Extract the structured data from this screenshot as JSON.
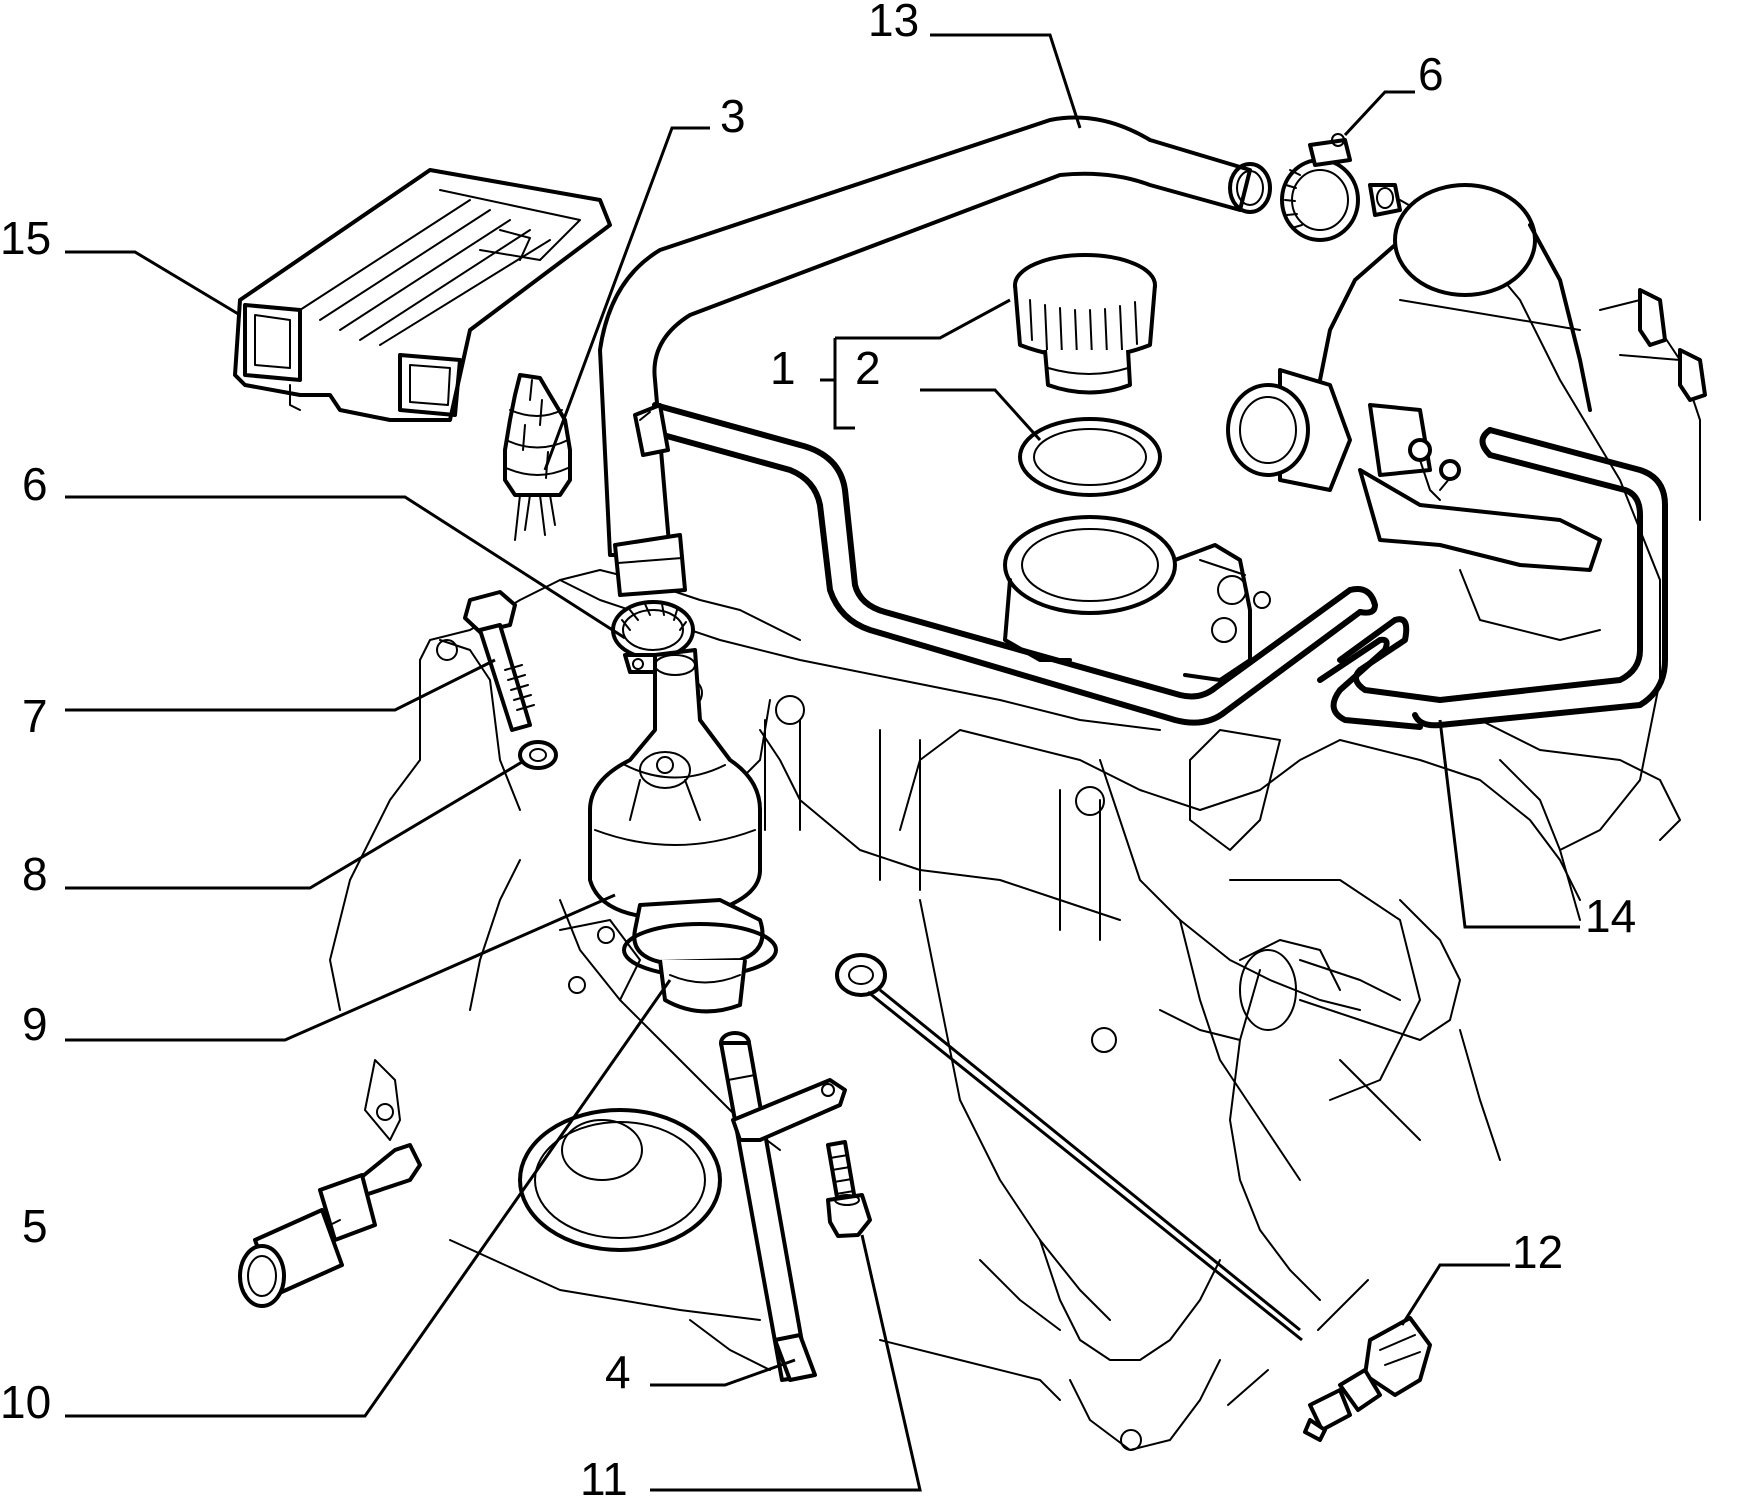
{
  "diagram": {
    "callouts": [
      {
        "id": "1",
        "label": "1"
      },
      {
        "id": "2",
        "label": "2"
      },
      {
        "id": "3",
        "label": "3"
      },
      {
        "id": "4",
        "label": "4"
      },
      {
        "id": "5",
        "label": "5"
      },
      {
        "id": "6a",
        "label": "6"
      },
      {
        "id": "6b",
        "label": "6"
      },
      {
        "id": "7",
        "label": "7"
      },
      {
        "id": "8",
        "label": "8"
      },
      {
        "id": "9",
        "label": "9"
      },
      {
        "id": "10",
        "label": "10"
      },
      {
        "id": "11",
        "label": "11"
      },
      {
        "id": "12",
        "label": "12"
      },
      {
        "id": "13",
        "label": "13"
      },
      {
        "id": "14",
        "label": "14"
      },
      {
        "id": "15",
        "label": "15"
      }
    ]
  }
}
